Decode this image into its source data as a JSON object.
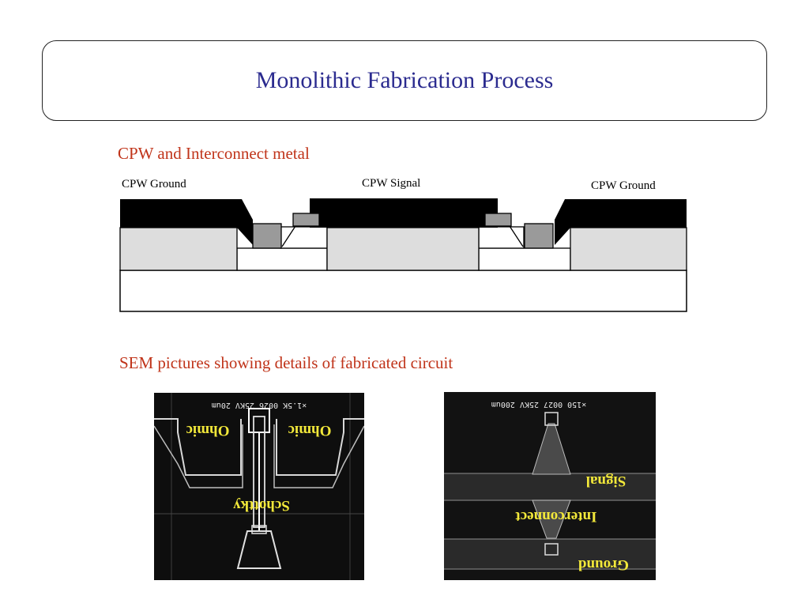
{
  "slide": {
    "title": "Monolithic Fabrication Process"
  },
  "cpw_section": {
    "heading": "CPW and Interconnect metal",
    "labels": {
      "ground_left": "CPW Ground",
      "signal": "CPW Signal",
      "ground_right": "CPW Ground"
    },
    "colors": {
      "metal": "#000000",
      "semiconductor": "#dddddd",
      "contact": "#9a9a9a",
      "substrate": "#ffffff"
    }
  },
  "sem_section": {
    "heading": "SEM pictures showing details of fabricated circuit",
    "left_image": {
      "info_bar": "×1.5K 0026 25KV 20um",
      "labels": {
        "ohmic_left": "Ohmic",
        "ohmic_right": "Ohmic",
        "schottky": "Schottky"
      }
    },
    "right_image": {
      "info_bar": "×150 0027 25KV 200um",
      "labels": {
        "signal": "Signal",
        "interconnect": "Interconnect",
        "ground": "Ground"
      }
    },
    "label_color": "#f2e83a"
  }
}
